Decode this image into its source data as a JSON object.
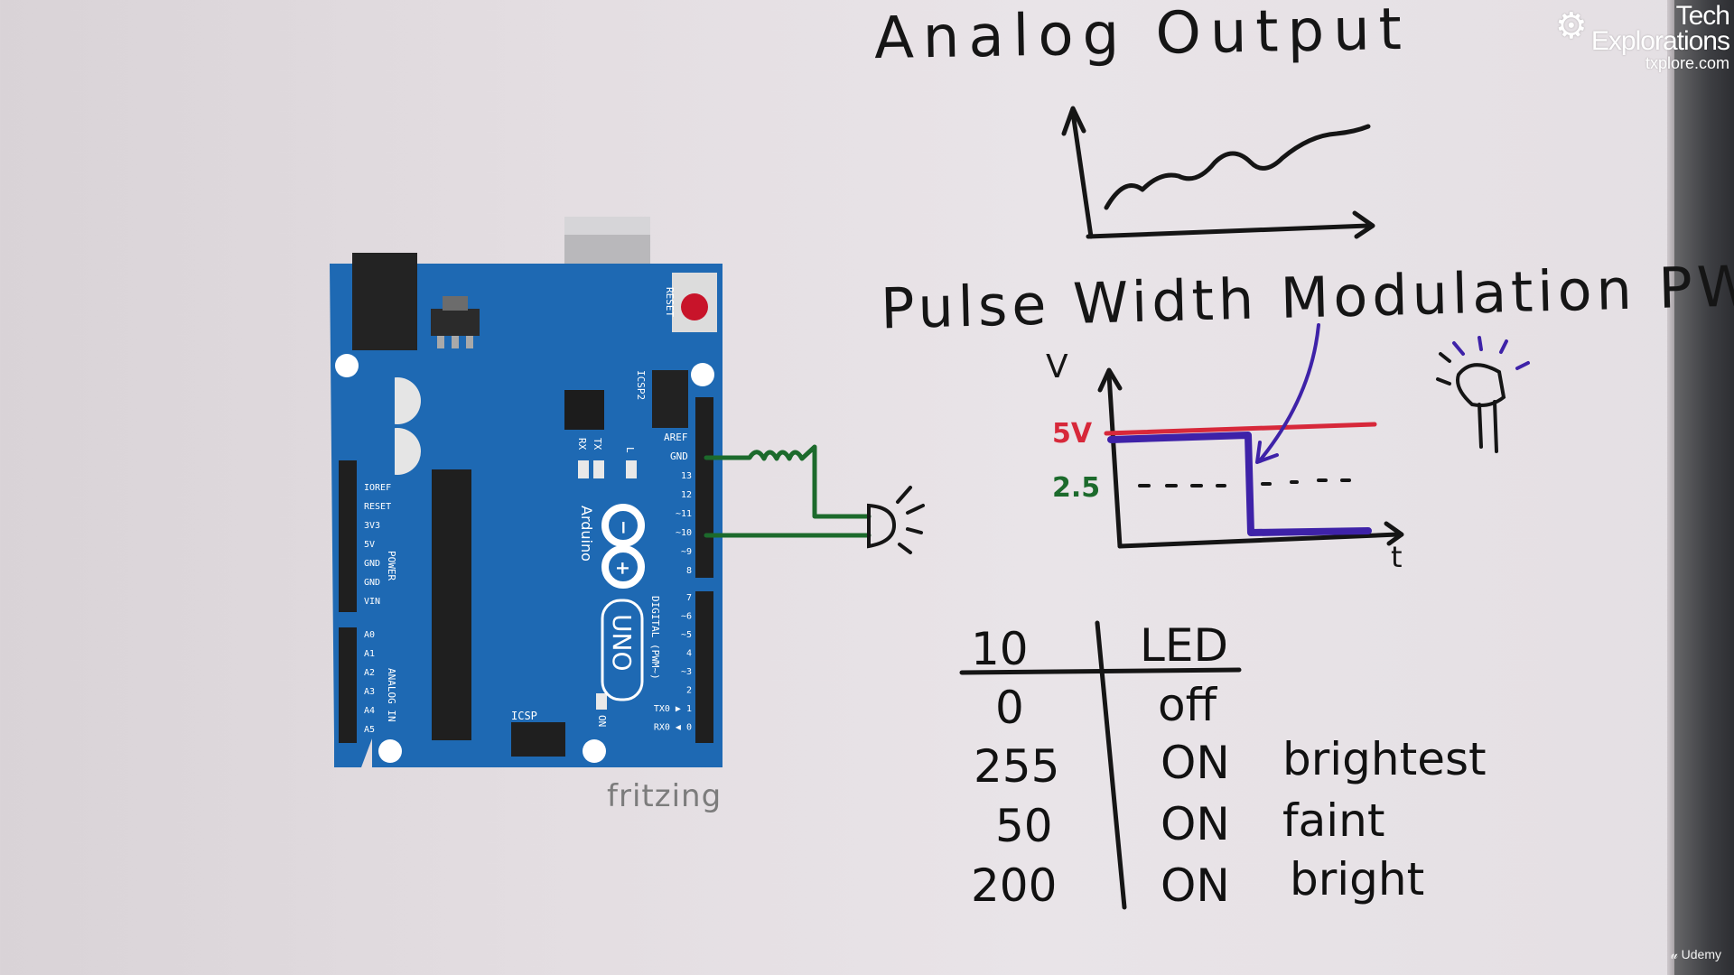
{
  "lesson_title": "Analog Output",
  "pwm_heading": "Pulse Width Modulation  PWM",
  "logo": {
    "line1": "Tech",
    "line2": "Explorations",
    "url": "txplore.com"
  },
  "watermark": "Udemy",
  "fritzing_label": "fritzing",
  "arduino_labels": {
    "board": "Arduino",
    "model": "UNO",
    "reset": "RESET",
    "icsp2": "ICSP2",
    "icsp": "ICSP",
    "tx": "TX",
    "rx": "RX",
    "l": "L",
    "on": "ON",
    "aref": "AREF",
    "gnd": "GND",
    "digital": "DIGITAL (PWM~)",
    "power": "POWER",
    "analog_in": "ANALOG IN",
    "power_pins": [
      "IOREF",
      "RESET",
      "3V3",
      "5V",
      "GND",
      "GND",
      "VIN"
    ],
    "analog_pins": [
      "A0",
      "A1",
      "A2",
      "A3",
      "A4",
      "A5"
    ],
    "digital_pins_top": [
      "13",
      "12",
      "~11",
      "~10",
      "~9",
      "8"
    ],
    "digital_pins_bottom": [
      "7",
      "~6",
      "~5",
      "4",
      "~3",
      "2",
      "TX0 ▶ 1",
      "RX0 ◀ 0"
    ]
  },
  "pwm_graph": {
    "y_axis": "V",
    "x_axis": "t",
    "high_label": "5V",
    "mid_label": "2.5"
  },
  "table": {
    "headers": [
      "10",
      "LED"
    ],
    "rows": [
      {
        "value": "0",
        "state": "off",
        "note": ""
      },
      {
        "value": "255",
        "state": "ON",
        "note": "brightest"
      },
      {
        "value": "50",
        "state": "ON",
        "note": "faint"
      },
      {
        "value": "200",
        "state": "ON",
        "note": "bright"
      }
    ]
  },
  "colors": {
    "board_blue": "#1e69b3",
    "marker_black": "#151515",
    "marker_red": "#d7283a",
    "marker_green": "#1c6a2c",
    "marker_purple": "#3e22a8"
  }
}
